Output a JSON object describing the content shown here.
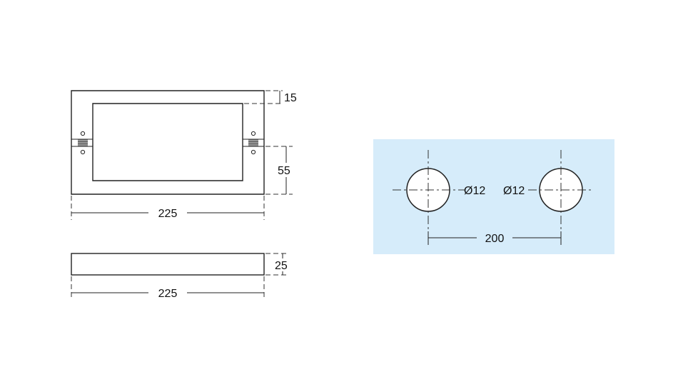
{
  "dimensions": {
    "front_top_thickness": "15",
    "front_leg_height": "55",
    "front_width": "225",
    "side_height": "25",
    "side_width": "225",
    "hole_diameter_left": "Ø12",
    "hole_diameter_right": "Ø12",
    "hole_spacing": "200"
  },
  "colors": {
    "panel_fill": "#d6ecfa",
    "line": "#222222"
  }
}
